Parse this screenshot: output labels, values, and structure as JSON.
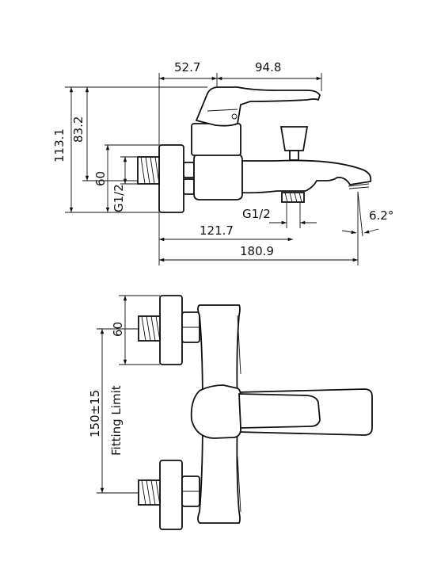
{
  "colors": {
    "line": "#111111",
    "background": "#ffffff"
  },
  "side_view": {
    "dim_handle_reach": "52.7",
    "dim_spout_reach": "94.8",
    "dim_total_height": "113.1",
    "dim_upper_height": "83.2",
    "dim_inlet_height": "60",
    "inlet_thread": "G1/2",
    "outlet_thread": "G1/2",
    "dim_outlet_distance": "121.7",
    "dim_total_length": "180.9",
    "spout_angle": "6.2°"
  },
  "front_view": {
    "dim_inlet_height": "60",
    "dim_centers": "150±15",
    "fitting_limit": "Fitting Limit"
  }
}
